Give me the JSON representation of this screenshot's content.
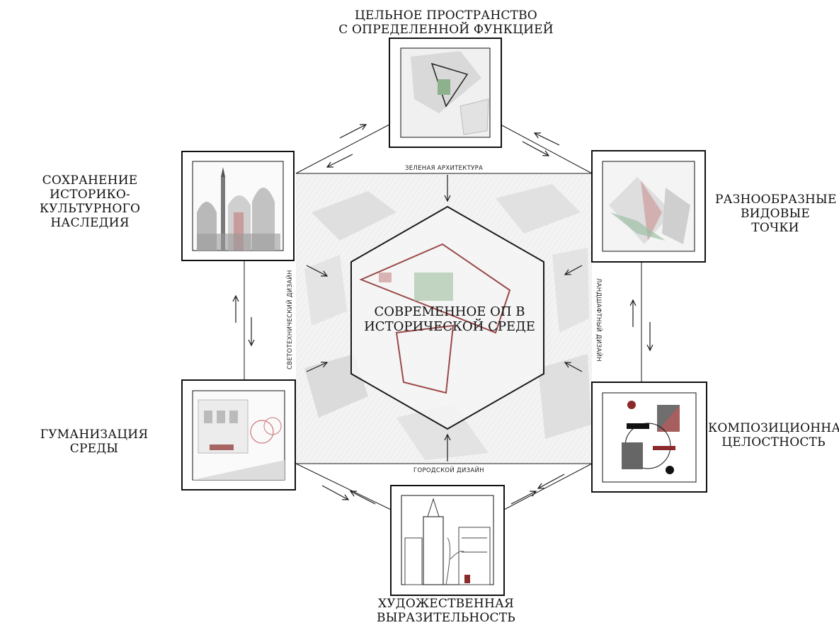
{
  "center": {
    "line1": "СОВРЕМЕННОЕ ОП В",
    "line2": "ИСТОРИЧЕСКОЙ СРЕДЕ"
  },
  "nodes": {
    "top": {
      "line1": "ЦЕЛЬНОЕ ПРОСТРАНСТВО",
      "line2": "С ОПРЕДЕЛЕННОЙ ФУНКЦИЕЙ"
    },
    "top_left": {
      "line1": "СОХРАНЕНИЕ",
      "line2": "ИСТОРИКО-КУЛЬТУРНОГО",
      "line3": "НАСЛЕДИЯ"
    },
    "top_right": {
      "line1": "РАЗНООБРАЗНЫЕ",
      "line2": "ВИДОВЫЕ ТОЧКИ"
    },
    "bottom_left": {
      "line1": "ГУМАНИЗАЦИЯ СРЕДЫ"
    },
    "bottom_right": {
      "line1": "КОМПОЗИЦИОННАЯ",
      "line2": "ЦЕЛОСТНОСТЬ"
    },
    "bottom": {
      "line1": "ХУДОЖЕСТВЕННАЯ",
      "line2": "ВЫРАЗИТЕЛЬНОСТЬ"
    }
  },
  "edges": {
    "top": "ЗЕЛЕНАЯ АРХИТЕКТУРА",
    "bottom": "ГОРОДСКОЙ ДИЗАЙН",
    "left": "СВЕТОТЕХНИЧЕСКИЙ ДИЗАЙН",
    "right": "ЛАНДШАФТНЫЙ ДИЗАЙН"
  },
  "colors": {
    "line": "#1a1a1a",
    "accent": "#8b2a2a",
    "green": "#7fa37f",
    "backdrop": "#e6e6e6"
  }
}
